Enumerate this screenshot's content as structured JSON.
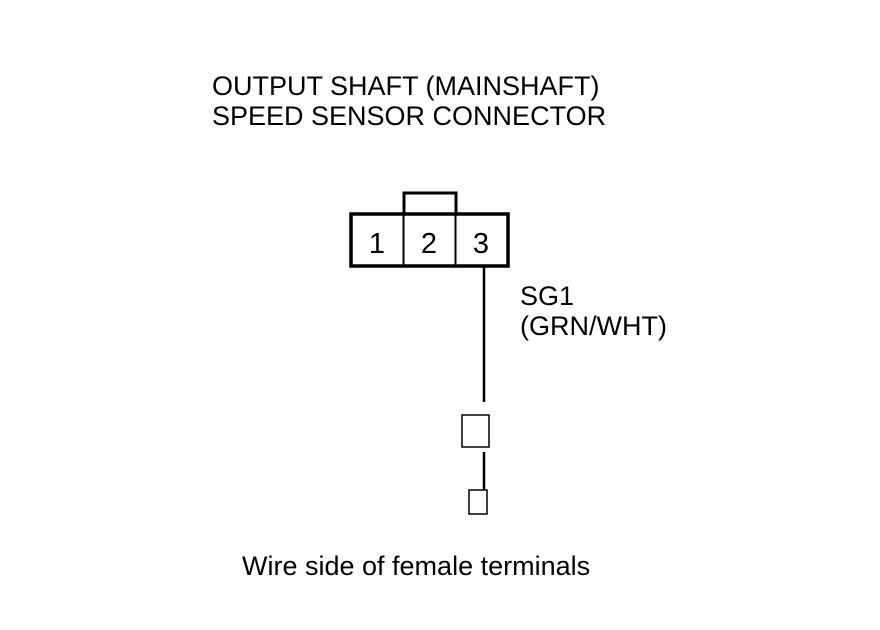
{
  "title": {
    "line1": "OUTPUT SHAFT (MAINSHAFT)",
    "line2": "SPEED SENSOR CONNECTOR"
  },
  "connector": {
    "pins": [
      "1",
      "2",
      "3"
    ]
  },
  "wire": {
    "code": "SG1",
    "color": "(GRN/WHT)"
  },
  "caption": "Wire side of female terminals",
  "colors": {
    "line": "#000000",
    "background": "#ffffff"
  }
}
